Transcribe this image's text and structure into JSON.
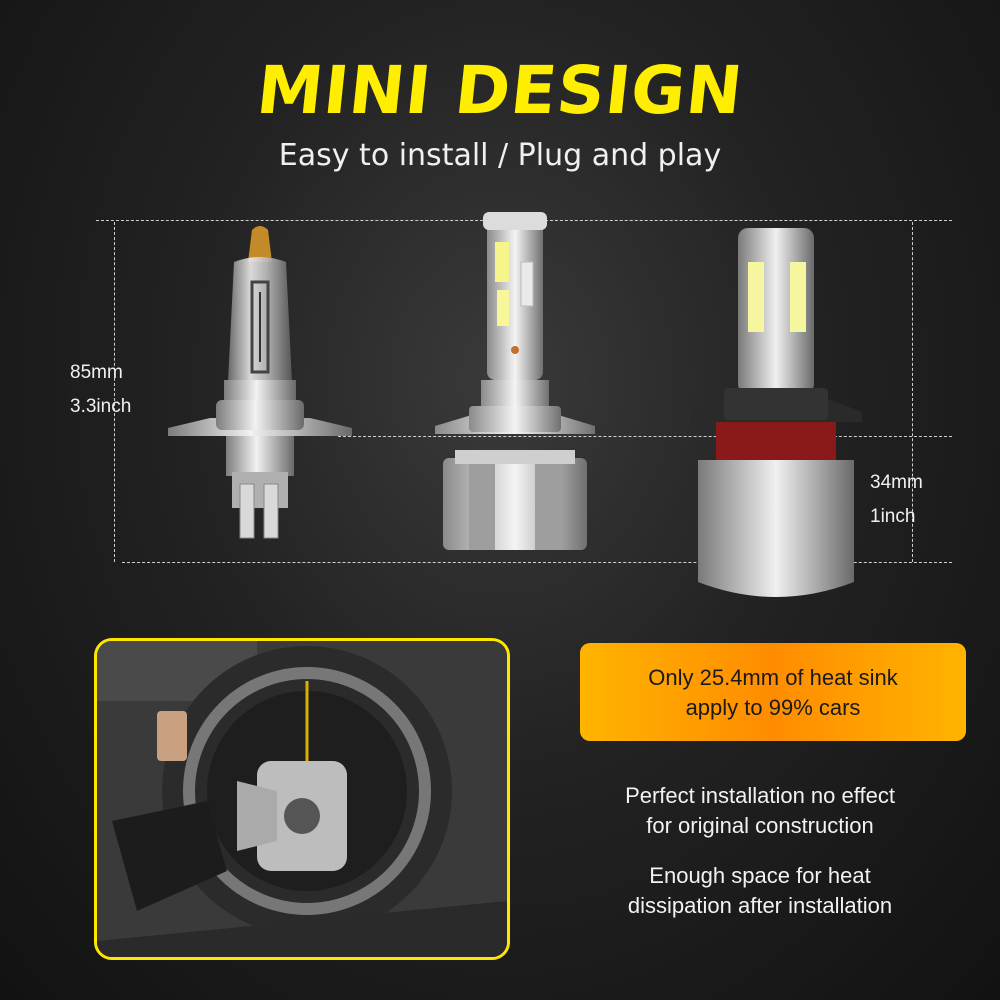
{
  "header": {
    "title": "MINI DESIGN",
    "subtitle": "Easy to install / Plug and play"
  },
  "dimensions": {
    "height_total": {
      "mm": "85mm",
      "inch": "3.3inch"
    },
    "heat_sink": {
      "mm": "34mm",
      "inch": "1inch"
    }
  },
  "bulbs": [
    {
      "icon": "halogen-bulb-icon"
    },
    {
      "icon": "mini-led-bulb-icon"
    },
    {
      "icon": "standard-led-bulb-icon"
    }
  ],
  "callout": {
    "line1": "Only  25.4mm of heat sink",
    "line2": "apply to 99% cars"
  },
  "notes": [
    {
      "line1": "Perfect installation no effect",
      "line2": "for original construction"
    },
    {
      "line1": "Enough space for heat",
      "line2": "dissipation after installation"
    }
  ],
  "colors": {
    "title": "#ffee00",
    "panel_border": "#ffe600",
    "callout_start": "#ffb400",
    "callout_mid": "#ff8c00"
  },
  "photo": {
    "icon": "headlight-installation-photo-icon"
  }
}
